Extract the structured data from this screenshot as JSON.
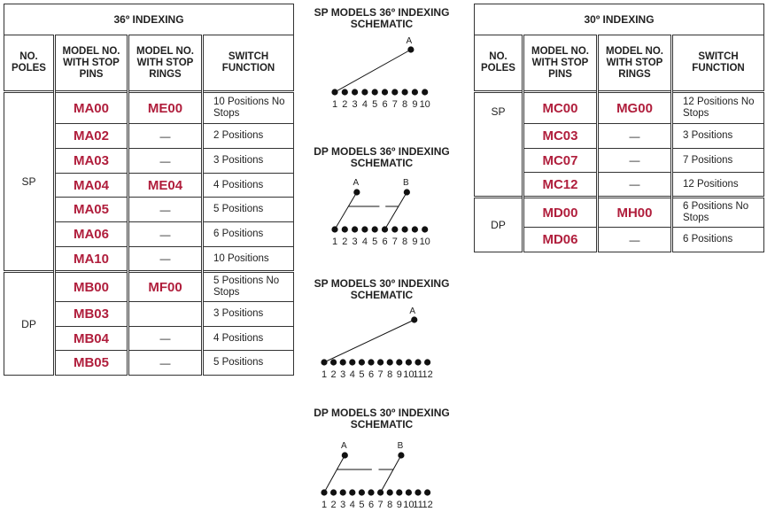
{
  "tables": [
    {
      "title": "36º INDEXING",
      "headers": [
        "NO. POLES",
        "MODEL NO. WITH STOP PINS",
        "MODEL NO. WITH STOP RINGS",
        "SWITCH FUNCTION"
      ],
      "groups": [
        {
          "poles": "SP",
          "rows": [
            {
              "pin": "MA00",
              "ring": "ME00",
              "func": "10 Positions No Stops"
            },
            {
              "pin": "MA02",
              "ring": "—",
              "func": "2 Positions"
            },
            {
              "pin": "MA03",
              "ring": "—",
              "func": "3 Positions"
            },
            {
              "pin": "MA04",
              "ring": "ME04",
              "func": "4 Positions"
            },
            {
              "pin": "MA05",
              "ring": "—",
              "func": "5 Positions"
            },
            {
              "pin": "MA06",
              "ring": "—",
              "func": "6 Positions"
            },
            {
              "pin": "MA10",
              "ring": "—",
              "func": "10 Positions"
            }
          ]
        },
        {
          "poles": "DP",
          "rows": [
            {
              "pin": "MB00",
              "ring": "MF00",
              "func": "5 Positions No Stops"
            },
            {
              "pin": "MB03",
              "ring": "",
              "func": "3 Positions"
            },
            {
              "pin": "MB04",
              "ring": "—",
              "func": "4 Positions"
            },
            {
              "pin": "MB05",
              "ring": "—",
              "func": "5 Positions"
            }
          ]
        }
      ]
    },
    {
      "title": "30º INDEXING",
      "headers": [
        "NO. POLES",
        "MODEL NO. WITH STOP PINS",
        "MODEL NO. WITH STOP RINGS",
        "SWITCH FUNCTION"
      ],
      "groups": [
        {
          "poles": "SP",
          "rows": [
            {
              "pin": "MC00",
              "ring": "MG00",
              "func": "12 Positions No Stops"
            },
            {
              "pin": "MC03",
              "ring": "—",
              "func": "3 Positions"
            },
            {
              "pin": "MC07",
              "ring": "—",
              "func": "7 Positions"
            },
            {
              "pin": "MC12",
              "ring": "—",
              "func": "12 Positions"
            }
          ]
        },
        {
          "poles": "DP",
          "rows": [
            {
              "pin": "MD00",
              "ring": "MH00",
              "func": "6 Positions No Stops"
            },
            {
              "pin": "MD06",
              "ring": "—",
              "func": "6 Positions"
            }
          ]
        }
      ]
    }
  ],
  "schematics": [
    {
      "title_line1": "SP MODELS 36º INDEXING",
      "title_line2": "SCHEMATIC",
      "type": "SP",
      "positions": 10,
      "labels": [
        "A"
      ],
      "numbers": "1 2 3 4 5 6 7 8 9 10"
    },
    {
      "title_line1": "DP MODELS 36º INDEXING",
      "title_line2": "SCHEMATIC",
      "type": "DP",
      "positions": 10,
      "labels": [
        "A",
        "B"
      ],
      "numbers": "1 2 3 4 5 6 7 8 9 10"
    },
    {
      "title_line1": "SP MODELS 30º INDEXING",
      "title_line2": "SCHEMATIC",
      "type": "SP",
      "positions": 12,
      "labels": [
        "A"
      ],
      "numbers": "1 2 3 4 5 6 7 8 9 10 11 12"
    },
    {
      "title_line1": "DP MODELS 30º INDEXING",
      "title_line2": "SCHEMATIC",
      "type": "DP",
      "positions": 12,
      "labels": [
        "A",
        "B"
      ],
      "numbers": "1 2 3 4 5 6 7 8 9 10 11 12"
    }
  ]
}
